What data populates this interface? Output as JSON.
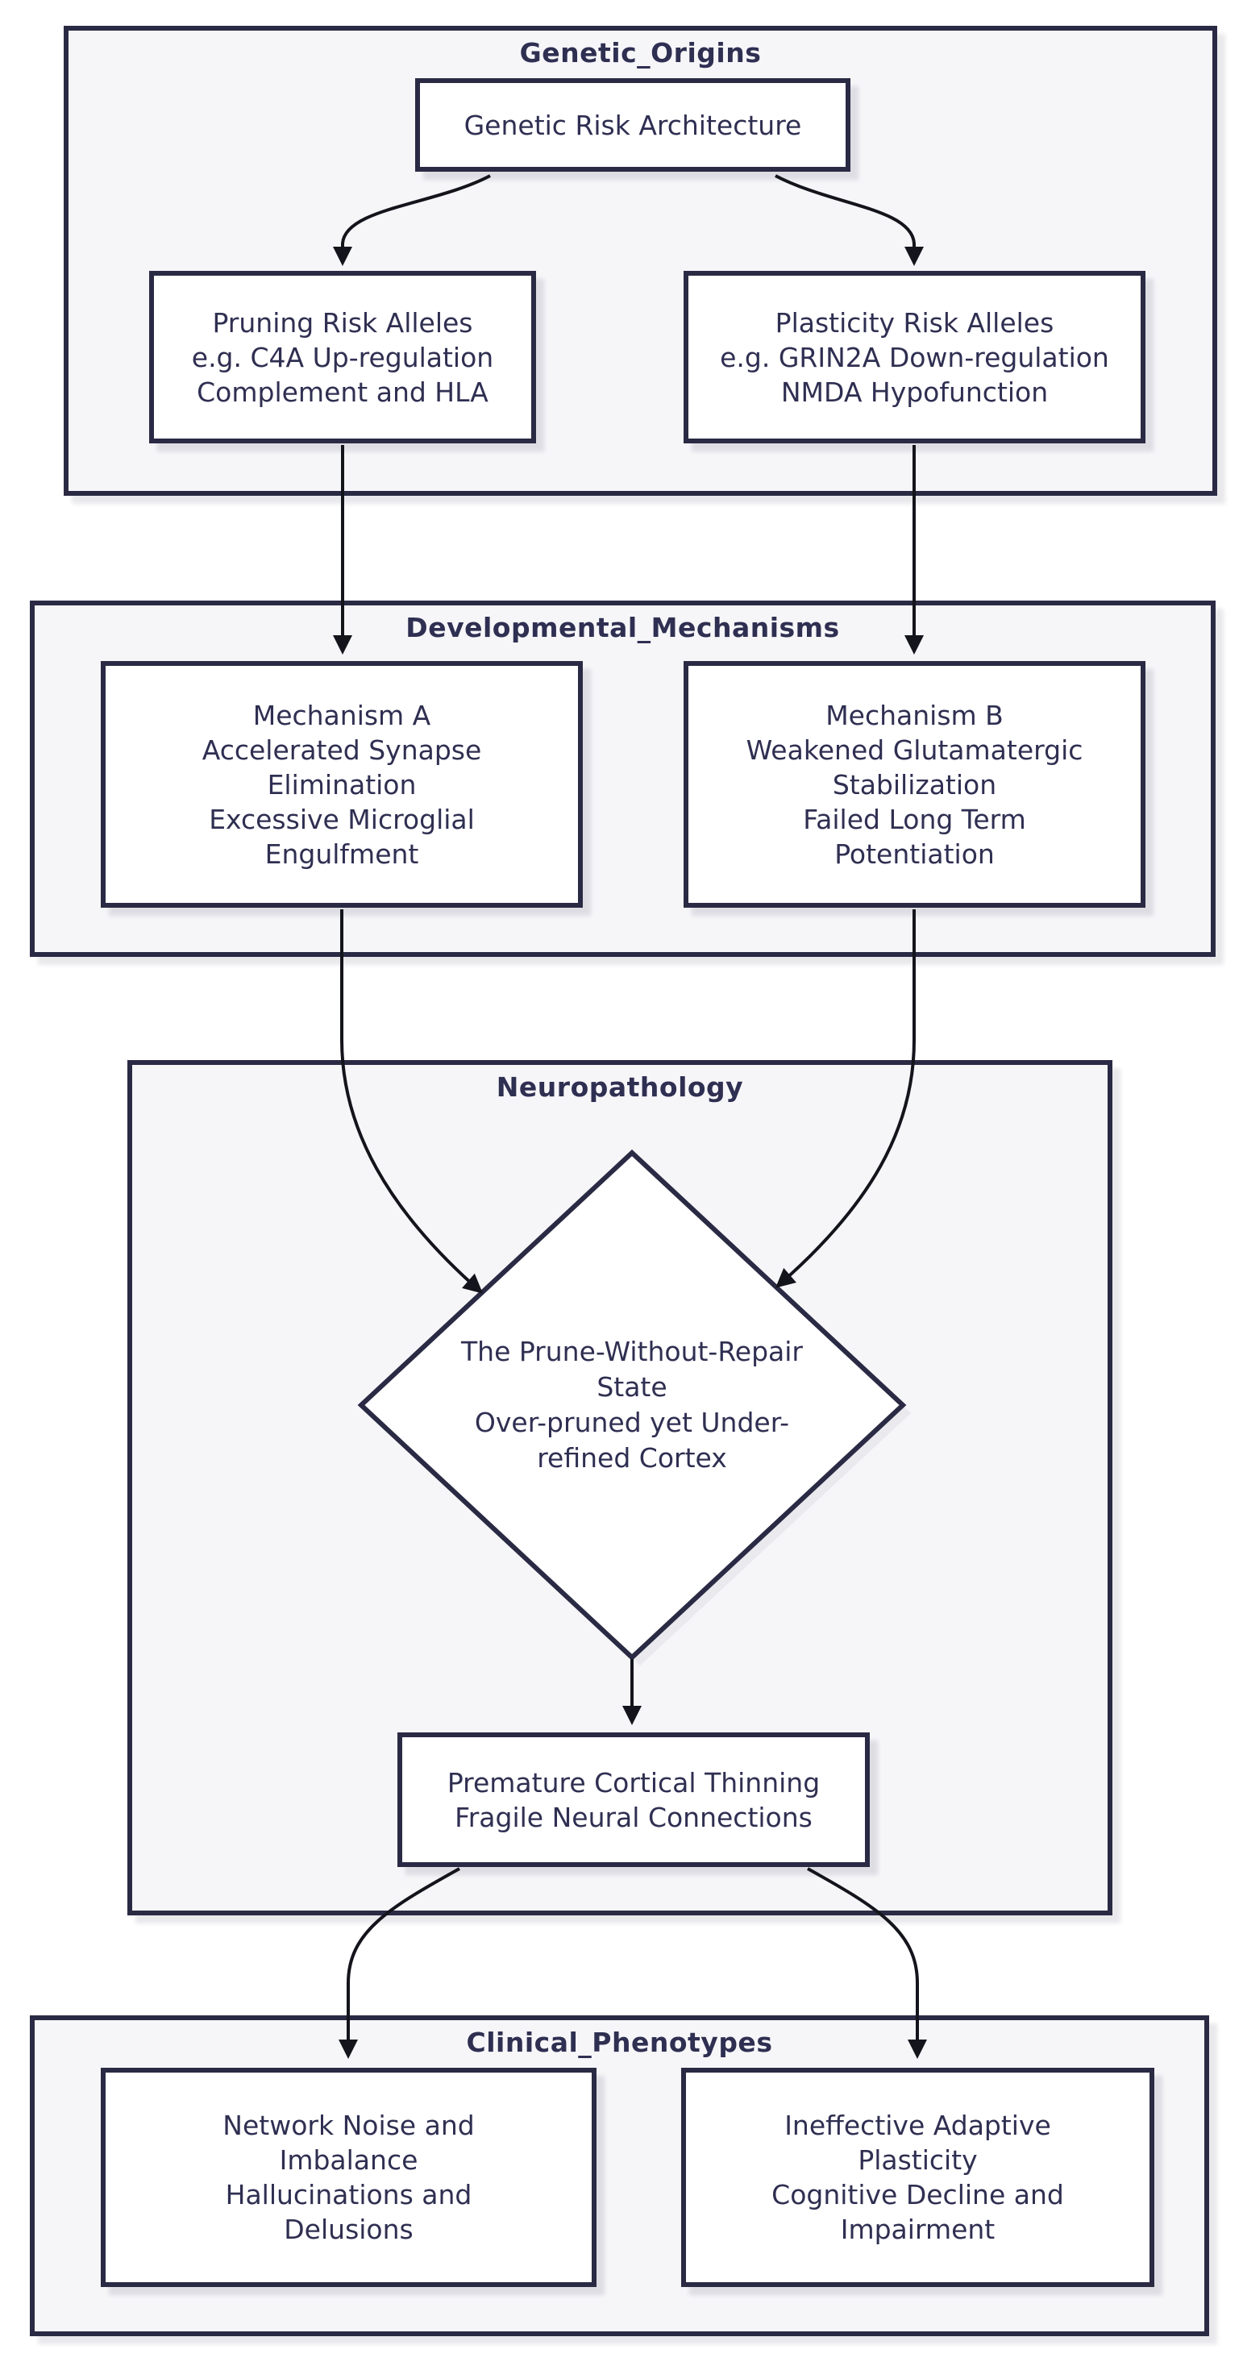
{
  "clusters": {
    "genetic": {
      "title": "Genetic_Origins"
    },
    "developmental": {
      "title": "Developmental_Mechanisms"
    },
    "neuropathology": {
      "title": "Neuropathology"
    },
    "clinical": {
      "title": "Clinical_Phenotypes"
    }
  },
  "nodes": {
    "genetic_risk": {
      "lines": [
        "Genetic Risk Architecture"
      ]
    },
    "pruning": {
      "lines": [
        "Pruning Risk Alleles",
        "e.g. C4A Up-regulation",
        "Complement and HLA"
      ]
    },
    "plasticity": {
      "lines": [
        "Plasticity Risk Alleles",
        "e.g. GRIN2A Down-regulation",
        "NMDA Hypofunction"
      ]
    },
    "mechanism_a": {
      "lines": [
        "Mechanism A",
        "Accelerated Synapse",
        "Elimination",
        "Excessive Microglial",
        "Engulfment"
      ]
    },
    "mechanism_b": {
      "lines": [
        "Mechanism B",
        "Weakened Glutamatergic",
        "Stabilization",
        "Failed Long Term",
        "Potentiation"
      ]
    },
    "prune_state": {
      "lines": [
        "The Prune-Without-Repair",
        "State",
        "Over-pruned yet Under-",
        "refined Cortex"
      ]
    },
    "thinning": {
      "lines": [
        "Premature Cortical Thinning",
        "Fragile Neural Connections"
      ]
    },
    "network_noise": {
      "lines": [
        "Network Noise and",
        "Imbalance",
        "Hallucinations and",
        "Delusions"
      ]
    },
    "adaptive_failure": {
      "lines": [
        "Ineffective Adaptive",
        "Plasticity",
        "Cognitive Decline and",
        "Impairment"
      ]
    }
  },
  "colors": {
    "border": "#2a2a44",
    "text": "#2f2f52",
    "edge": "#14141c",
    "container_fill": "#f6f6f9",
    "node_fill": "#ffffff",
    "shadow": "#e9e9ee"
  }
}
